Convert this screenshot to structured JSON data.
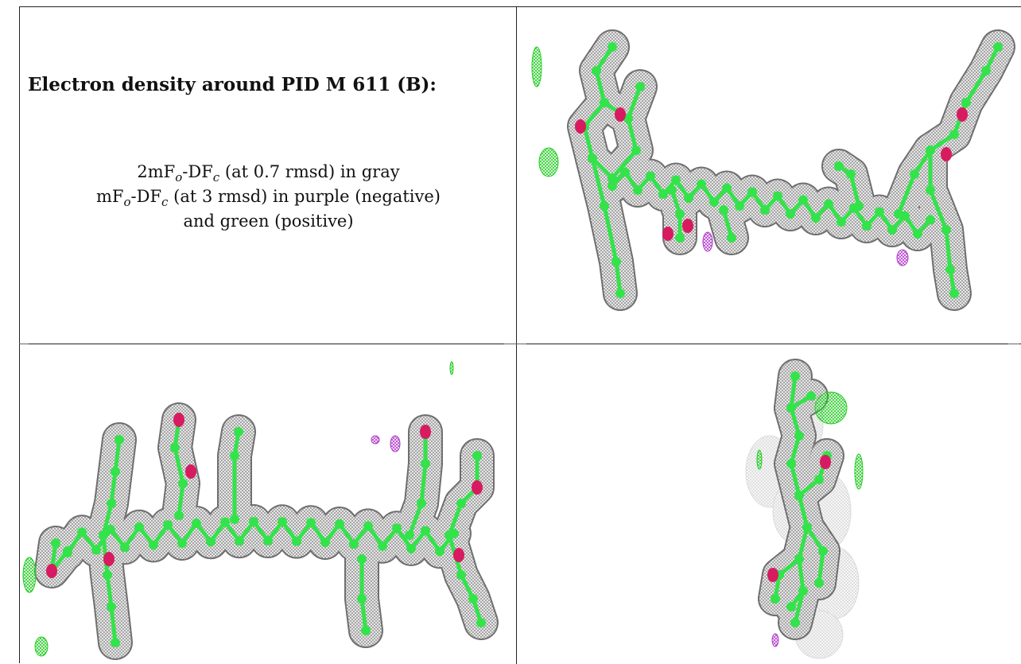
{
  "heading": "Electron density around PID M 611 (B):",
  "legend": {
    "line1": {
      "pre": "2mF",
      "sub1": "o",
      "mid": "-DF",
      "sub2": "c",
      "post": " (at 0.7 rmsd) in gray"
    },
    "line2": {
      "pre": "mF",
      "sub1": "o",
      "mid": "-DF",
      "sub2": "c",
      "post": " (at 3 rmsd) in purple (negative)"
    },
    "line3": "and green (positive)"
  },
  "colors": {
    "density_mesh": "#8a8a8a",
    "carbon_model": "#33e34a",
    "oxygen_atoms": "#d81b60",
    "negative_difference": "#b03acb",
    "positive_difference": "#22cc22",
    "grid_lines": "#222222"
  }
}
